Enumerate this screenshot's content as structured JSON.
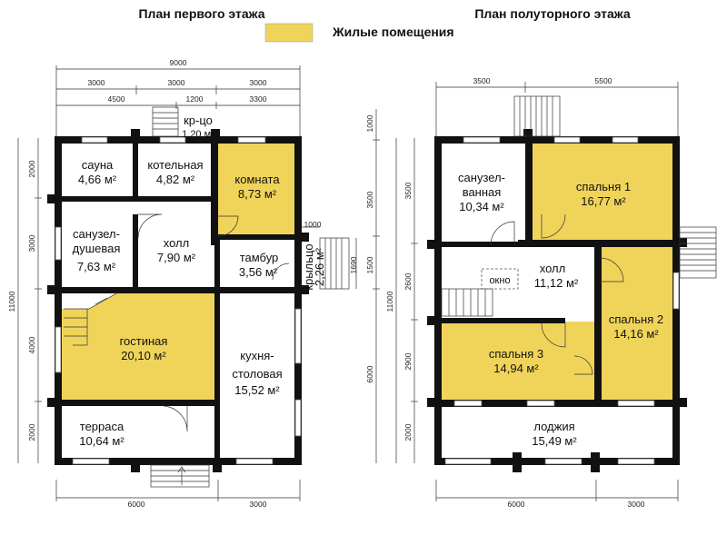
{
  "titles": {
    "first_floor": "План первого этажа",
    "half_floor": "План полуторного этажа"
  },
  "legend": {
    "label": "Жилые помещения",
    "color": "#f0d45a"
  },
  "colors": {
    "wall": "#111111",
    "living": "#f0d45a"
  },
  "first_floor": {
    "rooms": {
      "sauna": {
        "name": "сауна",
        "area": "4,66 м²"
      },
      "boiler": {
        "name": "котельная",
        "area": "4,82 м²"
      },
      "room": {
        "name": "комната",
        "area": "8,73 м²"
      },
      "bathroom": {
        "name1": "санузел-",
        "name2": "душевая",
        "area": "7,63 м²"
      },
      "hall": {
        "name": "холл",
        "area": "7,90 м²"
      },
      "vestibule": {
        "name": "тамбур",
        "area": "3,56 м²"
      },
      "porch_small": {
        "name": "кр-цо",
        "area": "1,20 м²"
      },
      "porch": {
        "name": "крыльцо",
        "area": "2,26 м²"
      },
      "living": {
        "name": "гостиная",
        "area": "20,10 м²"
      },
      "kitchen": {
        "name1": "кухня-",
        "name2": "столовая",
        "area": "15,52 м²"
      },
      "terrace": {
        "name": "терраса",
        "area": "10,64 м²"
      }
    },
    "dims": {
      "top_total": "9000",
      "top_row2_a": "3000",
      "top_row2_b": "3000",
      "top_row2_c": "3000",
      "top_row3_a": "4500",
      "top_row3_b": "1200",
      "top_row3_c": "3300",
      "left_total": "11000",
      "left_a": "2000",
      "left_b": "3000",
      "left_c": "4000",
      "left_d": "2000",
      "right_a": "1000",
      "right_b": "3500",
      "right_c": "6000",
      "right_porch_a": "1690",
      "right_porch_b": "1500",
      "porch_width": "1000",
      "bottom_a": "6000",
      "bottom_b": "3000"
    }
  },
  "half_floor": {
    "rooms": {
      "bathroom": {
        "name1": "санузел-",
        "name2": "ванная",
        "area": "10,34 м²"
      },
      "bedroom1": {
        "name": "спальня 1",
        "area": "16,77 м²"
      },
      "hall": {
        "name": "холл",
        "area": "11,12 м²"
      },
      "window": {
        "name": "окно"
      },
      "bedroom2": {
        "name": "спальня 2",
        "area": "14,16 м²"
      },
      "bedroom3": {
        "name": "спальня 3",
        "area": "14,94 м²"
      },
      "loggia": {
        "name": "лоджия",
        "area": "15,49 м²"
      }
    },
    "dims": {
      "top_a": "3500",
      "top_b": "5500",
      "left_total": "11000",
      "left_a": "3500",
      "left_b": "2600",
      "left_c": "2900",
      "left_d": "2000",
      "bottom_a": "6000",
      "bottom_b": "3000"
    }
  }
}
